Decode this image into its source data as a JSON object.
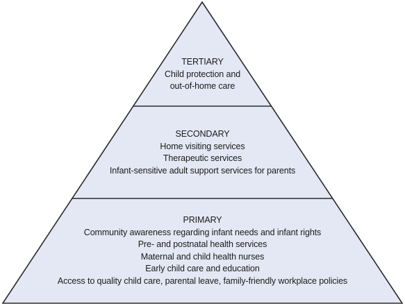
{
  "tiers": [
    {
      "id": "tertiary",
      "title": "TERTIARY",
      "lines": [
        "Child protection and",
        "out-of-home care"
      ]
    },
    {
      "id": "secondary",
      "title": "SECONDARY",
      "lines": [
        "Home visiting services",
        "Therapeutic services",
        "Infant-sensitive adult support services for parents"
      ]
    },
    {
      "id": "primary",
      "title": "PRIMARY",
      "lines": [
        "Community awareness regarding infant needs and infant rights",
        "Pre- and postnatal health services",
        "Maternal and child health nurses",
        "Early child care and education",
        "Access to quality child care, parental leave, family-friendly workplace policies"
      ]
    }
  ],
  "colors": {
    "fill": "#e4e8f4",
    "stroke": "#2a2a2a"
  }
}
